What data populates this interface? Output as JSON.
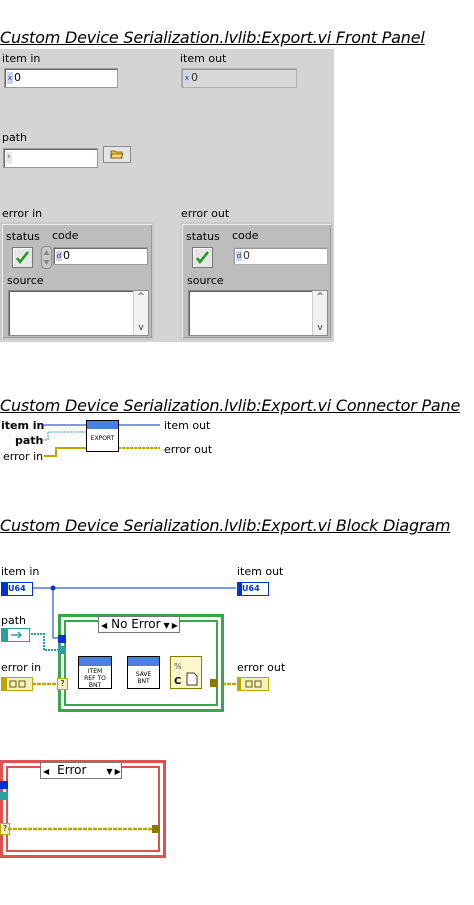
{
  "front_panel": {
    "title": "Custom Device Serialization.lvlib:Export.vi Front Panel",
    "item_in": {
      "label": "item in",
      "value": "0"
    },
    "item_out": {
      "label": "item out",
      "value": "0"
    },
    "path": {
      "label": "path",
      "value": ""
    },
    "error_in": {
      "label": "error in",
      "status_label": "status",
      "code_label": "code",
      "code_value": "0",
      "source_label": "source",
      "source_value": ""
    },
    "error_out": {
      "label": "error out",
      "status_label": "status",
      "code_label": "code",
      "code_value": "0",
      "source_label": "source",
      "source_value": ""
    }
  },
  "connector_pane": {
    "title": "Custom Device Serialization.lvlib:Export.vi Connector Pane",
    "inputs": [
      "item in",
      "path",
      "error in"
    ],
    "outputs": [
      "item out",
      "error out"
    ],
    "icon_text": "EXPORT"
  },
  "block_diagram": {
    "title": "Custom Device Serialization.lvlib:Export.vi Block Diagram",
    "terminals": {
      "item_in": {
        "label": "item in",
        "type": "U64"
      },
      "item_out": {
        "label": "item out",
        "type": "U64"
      },
      "path": {
        "label": "path"
      },
      "error_in": {
        "label": "error in"
      },
      "error_out": {
        "label": "error out"
      }
    },
    "case_no_error": "No Error",
    "case_error": "Error",
    "subvi_1": [
      "ITEM",
      "REF TO",
      "BNT"
    ],
    "subvi_2": [
      "SAVE",
      "BNT"
    ]
  },
  "colors": {
    "u64_wire": "#0033cc",
    "path_wire": "#2aa19a",
    "error_wire": "#b8a800",
    "case_green": "#3aa64a",
    "case_red": "#e05050"
  }
}
